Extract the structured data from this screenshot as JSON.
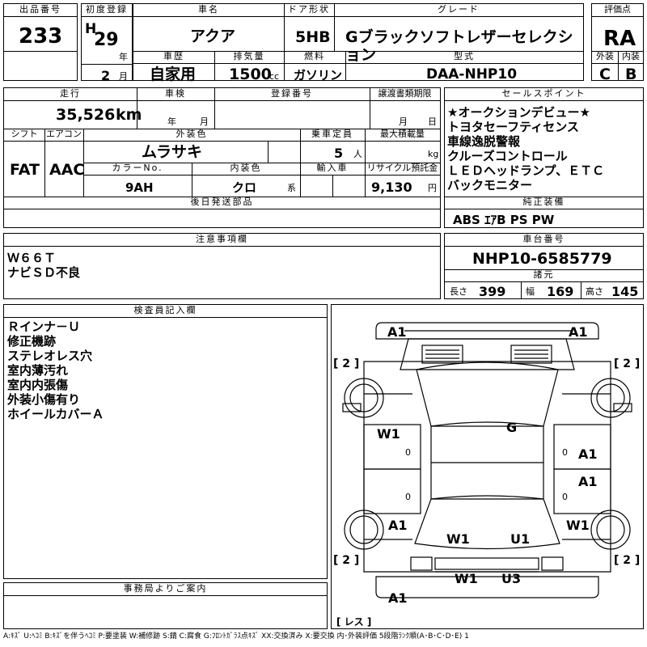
{
  "header": {
    "lot_label": "出品番号",
    "lot": "233",
    "first_reg_label": "初度登録",
    "era": "H",
    "year": "29",
    "year_unit": "年",
    "month": "2",
    "month_unit": "月",
    "car_name_label": "車名",
    "car_name": "アクア",
    "door_label": "ドア形状",
    "door": "5HB",
    "grade_label": "グレード",
    "grade": "Gブラックソフトレザーセレクション",
    "score_label": "評価点",
    "score": "RA",
    "history_label": "車歴",
    "history": "自家用",
    "displacement_label": "排気量",
    "displacement": "1500",
    "displacement_unit": "cc",
    "fuel_label": "燃料",
    "fuel": "ガソリン",
    "model_label": "型式",
    "model": "DAA-NHP10",
    "ext_label": "外装",
    "ext": "C",
    "int_label": "内装",
    "int": "B"
  },
  "spec": {
    "mileage_label": "走行",
    "mileage": "35,526",
    "mileage_unit": "km",
    "inspection_label": "車検",
    "insp_year": "年",
    "insp_month": "月",
    "regno_label": "登録番号",
    "transfer_label": "譲渡書類期限",
    "transfer_month": "月",
    "transfer_day": "日",
    "shift_label": "シフト",
    "shift": "FAT",
    "ac_label": "エアコン",
    "ac": "AAC",
    "color_label": "外装色",
    "color": "ムラサキ",
    "capacity_label": "乗車定員",
    "capacity": "5",
    "capacity_unit": "人",
    "load_label": "最大積載量",
    "load_unit": "kg",
    "colorno_label": "カラーNo.",
    "colorno": "9AH",
    "intcolor_label": "内装色",
    "intcolor": "クロ",
    "intcolor_unit": "系",
    "import_label": "輸入車",
    "recycle_label": "リサイクル預託金",
    "recycle": "9,130",
    "recycle_unit": "円",
    "later_label": "後日発送部品"
  },
  "sales": {
    "label": "セールスポイント",
    "lines": [
      "★オークションデビュー★",
      "トヨタセーフティセンス",
      "車線逸脱警報",
      "クルーズコントロール",
      "ＬＥＤヘッドランプ、ＥＴＣ",
      "バックモニター"
    ]
  },
  "equip": {
    "label": "純正装備",
    "value": "ABS ｴｱB PS PW"
  },
  "notes": {
    "label": "注意事項欄",
    "lines": [
      "Ｗ６６Ｔ",
      "ナビＳＤ不良"
    ]
  },
  "chassis": {
    "label": "車台番号",
    "value": "NHP10-6585779",
    "dims_label": "諸元",
    "len_label": "長さ",
    "len": "399",
    "wid_label": "幅",
    "wid": "169",
    "hgt_label": "高さ",
    "hgt": "145"
  },
  "inspector": {
    "label": "検査員記入欄",
    "lines": [
      "Ｒインナ－Ｕ",
      "修正機跡",
      "ステレオレス穴",
      "室内薄汚れ",
      "室内内張傷",
      "外装小傷有り",
      "ホイールカバーＡ"
    ]
  },
  "office": {
    "label": "事務局よりご案内"
  },
  "diagram": {
    "a1_fl": "A1",
    "a1_fr": "A1",
    "tire_fl": "[ 2 ]",
    "tire_fr": "[ 2 ]",
    "tire_rl": "[ 2 ]",
    "tire_rr": "[ 2 ]",
    "g": "G",
    "w1_left": "W1",
    "a1_right_front": "A1",
    "a1_right_mid": "A1",
    "a1_left_rear": "A1",
    "w1_right_rear": "W1",
    "w1_rear_left": "W1",
    "u1_rear": "U1",
    "w1_bumper": "W1",
    "u3_bumper": "U3",
    "a1_rear": "A1",
    "spare": "[ レス ]",
    "zero": "0"
  },
  "legend": "A:ｷｽﾞ U:ﾍｺﾐ B:ｷｽﾞを伴うﾍｺﾐ P:要塗装 W:補修跡 S:錆 C:腐食 G:ﾌﾛﾝﾄｶﾞﾗｽ点ｷｽﾞ XX:交換済み X:要交換 内･外装評価 5段階ﾗﾝｸ順(A･B･C･D･E) 1"
}
